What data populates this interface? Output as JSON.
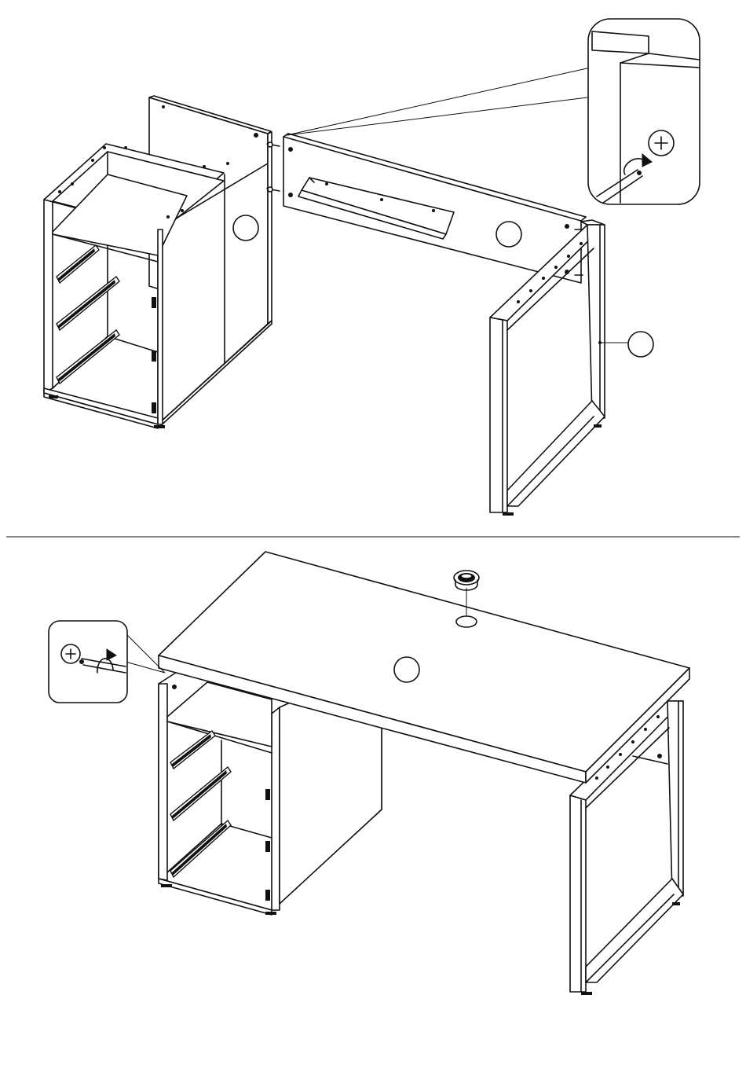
{
  "figure": {
    "steps": [
      {
        "id": "assemble-frame"
      },
      {
        "id": "attach-top"
      }
    ],
    "callouts": [
      {
        "id": "panel-callout",
        "label": ""
      },
      {
        "id": "back-panel-callout",
        "label": ""
      },
      {
        "id": "leg-callout",
        "label": ""
      },
      {
        "id": "top-callout",
        "label": ""
      }
    ],
    "icons": [
      "screwdriver-icon",
      "rotate-arrow-icon",
      "cross-screw-icon",
      "grommet-icon"
    ],
    "line_color": "#111111",
    "background": "#ffffff"
  }
}
